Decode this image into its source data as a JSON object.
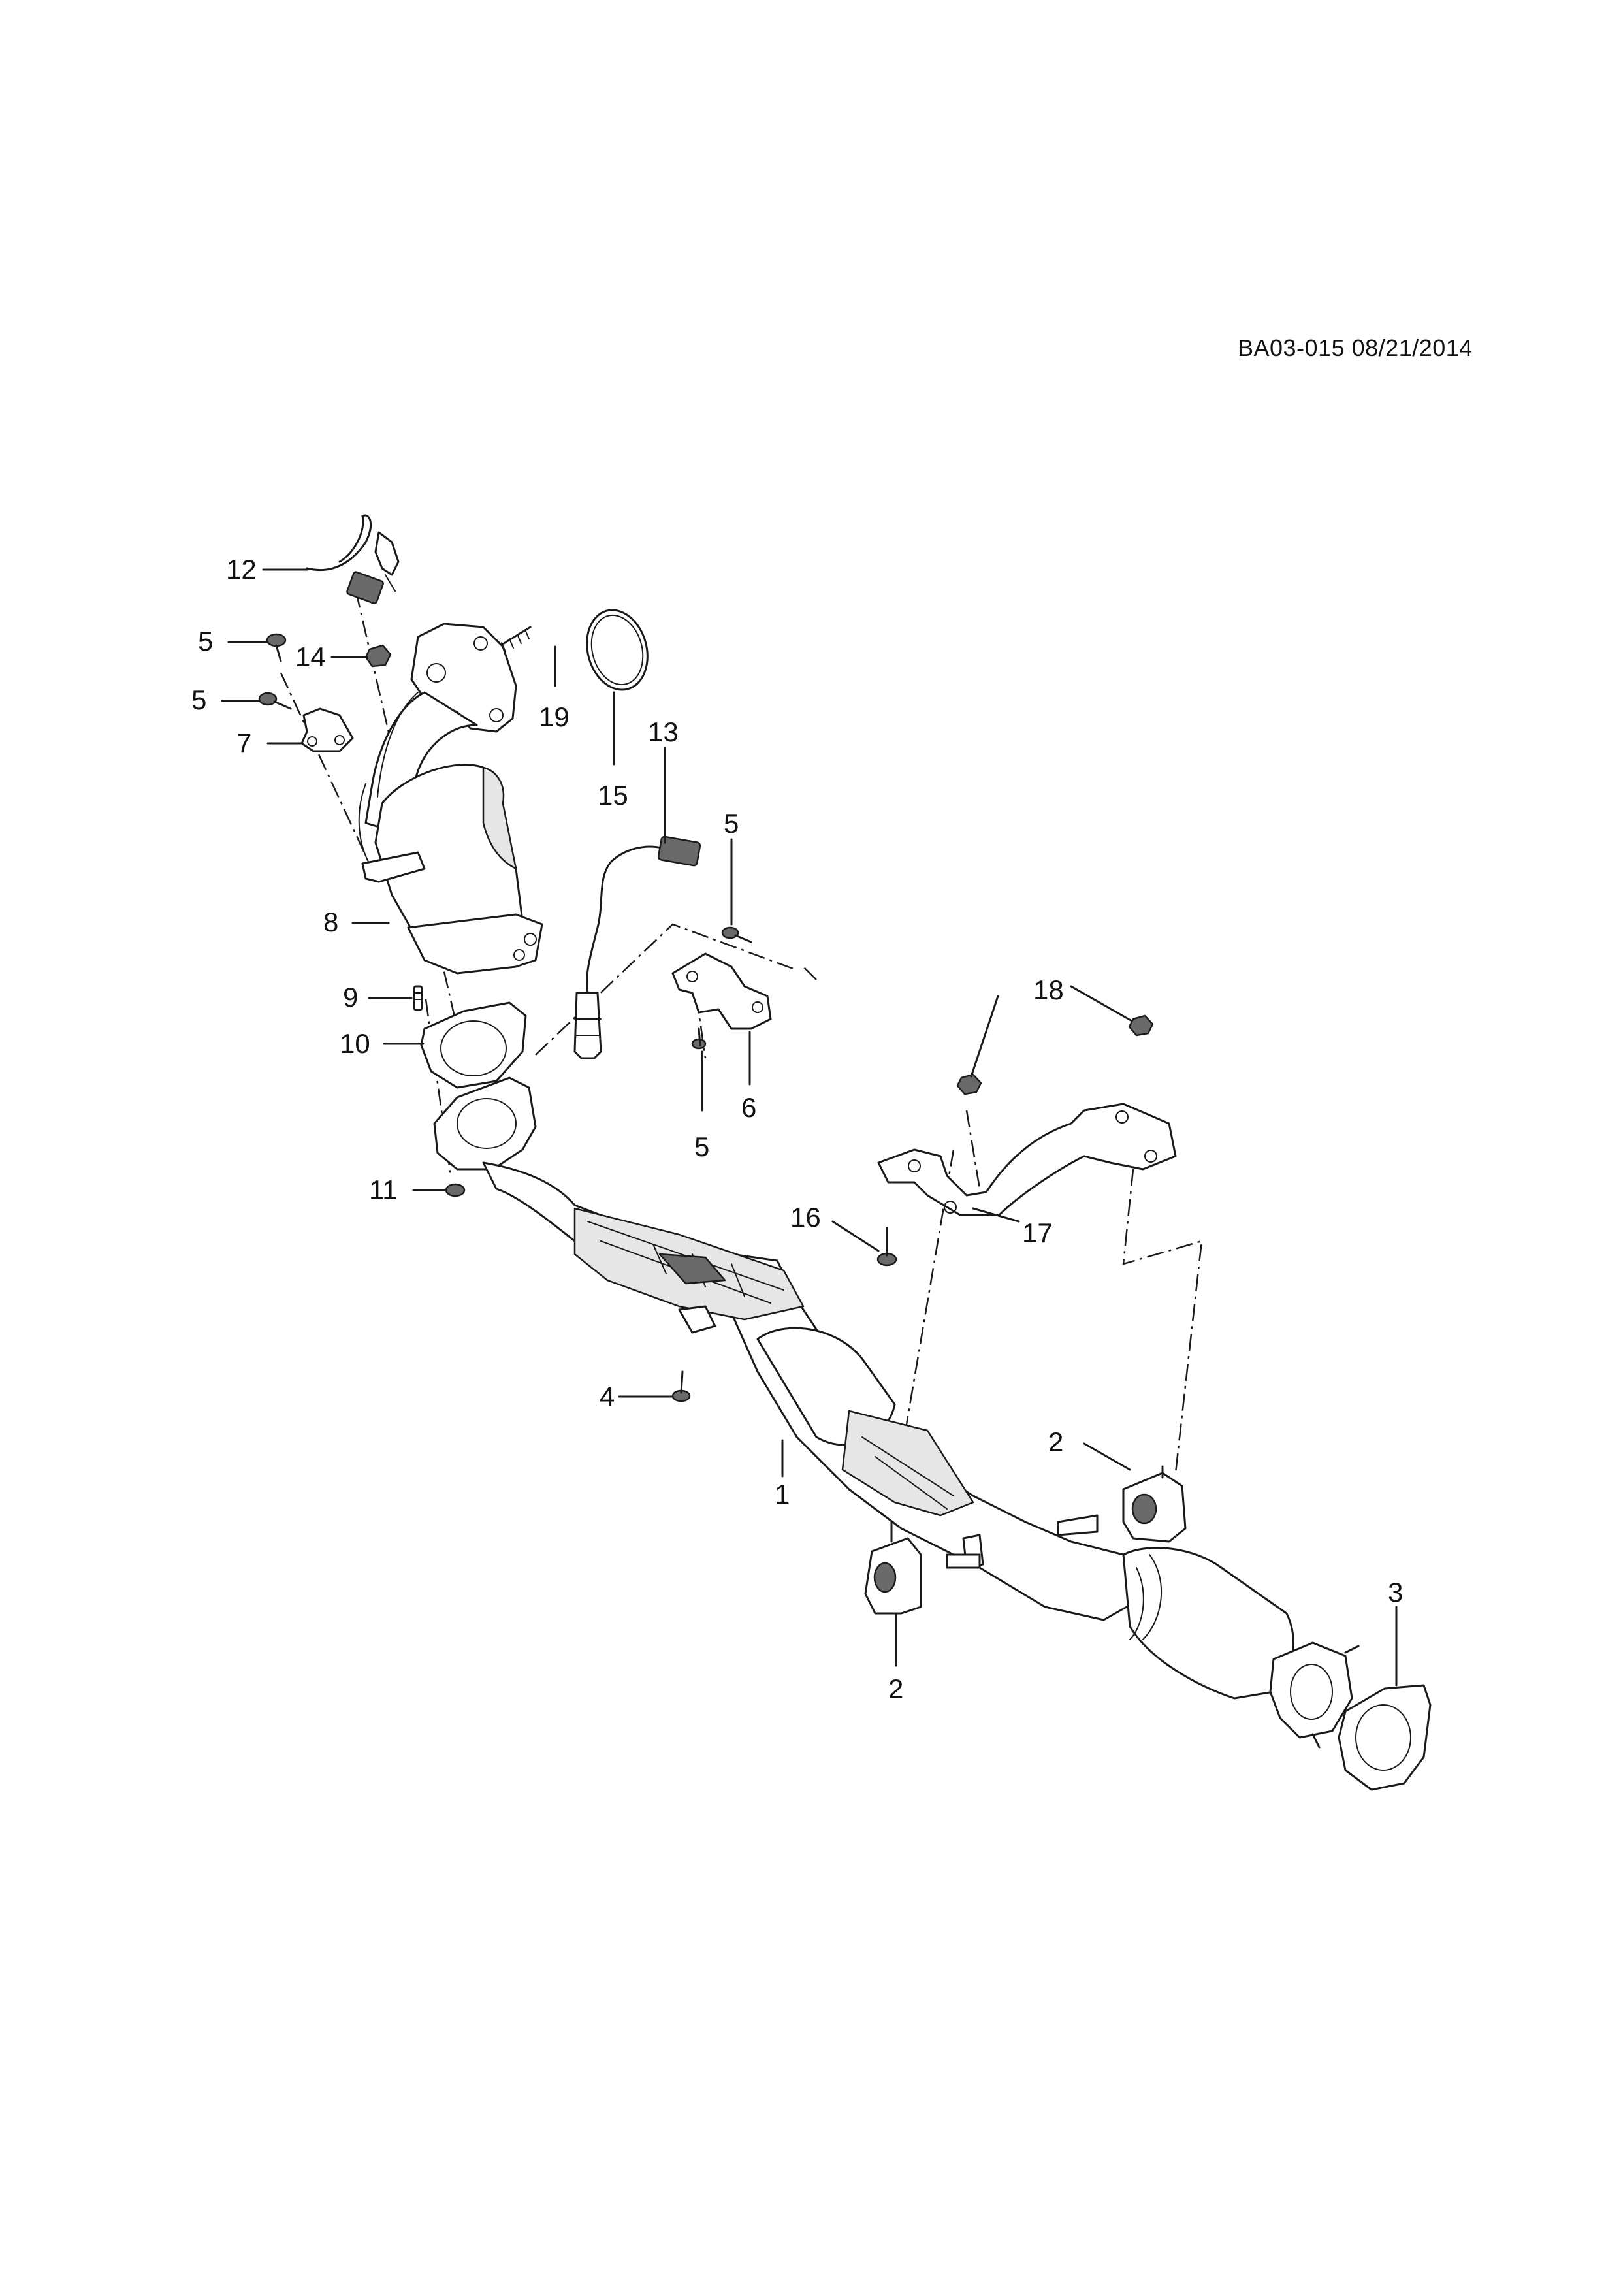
{
  "reference": "BA03-015 08/21/2014",
  "callouts": [
    {
      "label": "12"
    },
    {
      "label": "5"
    },
    {
      "label": "14"
    },
    {
      "label": "5"
    },
    {
      "label": "7"
    },
    {
      "label": "19"
    },
    {
      "label": "15"
    },
    {
      "label": "13"
    },
    {
      "label": "5"
    },
    {
      "label": "8"
    },
    {
      "label": "9"
    },
    {
      "label": "10"
    },
    {
      "label": "6"
    },
    {
      "label": "5"
    },
    {
      "label": "18"
    },
    {
      "label": "11"
    },
    {
      "label": "16"
    },
    {
      "label": "17"
    },
    {
      "label": "4"
    },
    {
      "label": "2"
    },
    {
      "label": "1"
    },
    {
      "label": "2"
    },
    {
      "label": "3"
    }
  ]
}
